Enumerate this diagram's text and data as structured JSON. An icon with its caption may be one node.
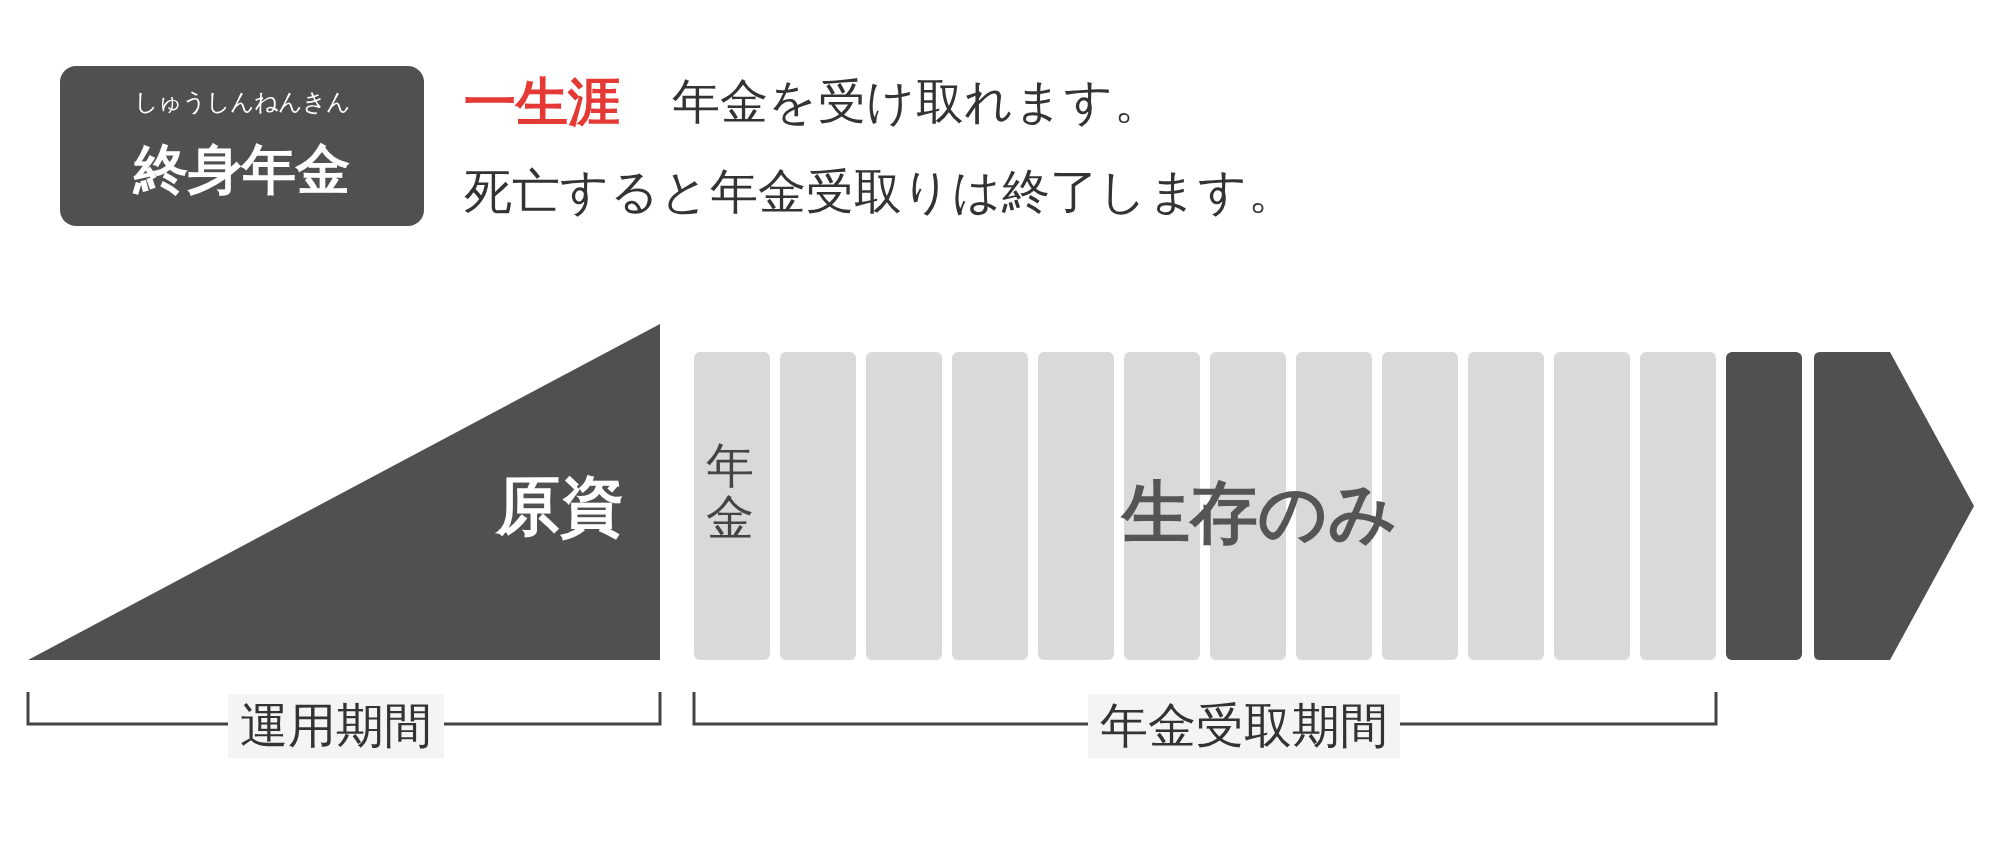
{
  "diagram": {
    "nodes": [
      {
        "text": [
          "しゅうしんねんきん",
          "終身年金"
        ]
      },
      {
        "text": [
          "原資"
        ]
      },
      {
        "text": [
          "年金"
        ]
      },
      {
        "text": [],
        "shape": "bar"
      },
      {
        "text": [],
        "shape": "bar"
      },
      {
        "text": [],
        "shape": "bar"
      },
      {
        "text": [],
        "shape": "bar"
      },
      {
        "text": [],
        "shape": "bar"
      },
      {
        "text": [],
        "shape": "bar"
      },
      {
        "text": [],
        "shape": "bar"
      },
      {
        "text": [],
        "shape": "bar"
      },
      {
        "text": [],
        "shape": "bar"
      },
      {
        "text": [],
        "shape": "bar"
      },
      {
        "text": [],
        "shape": "bar"
      },
      {
        "text": [],
        "shape": "bar"
      },
      {
        "text": [],
        "shape": "arrow"
      }
    ],
    "labels": [
      "一生涯",
      "年金を受け取れます。",
      "死亡すると年金受取りは終了します。",
      "生存のみ",
      "運用期間",
      "年金受取期間"
    ]
  }
}
